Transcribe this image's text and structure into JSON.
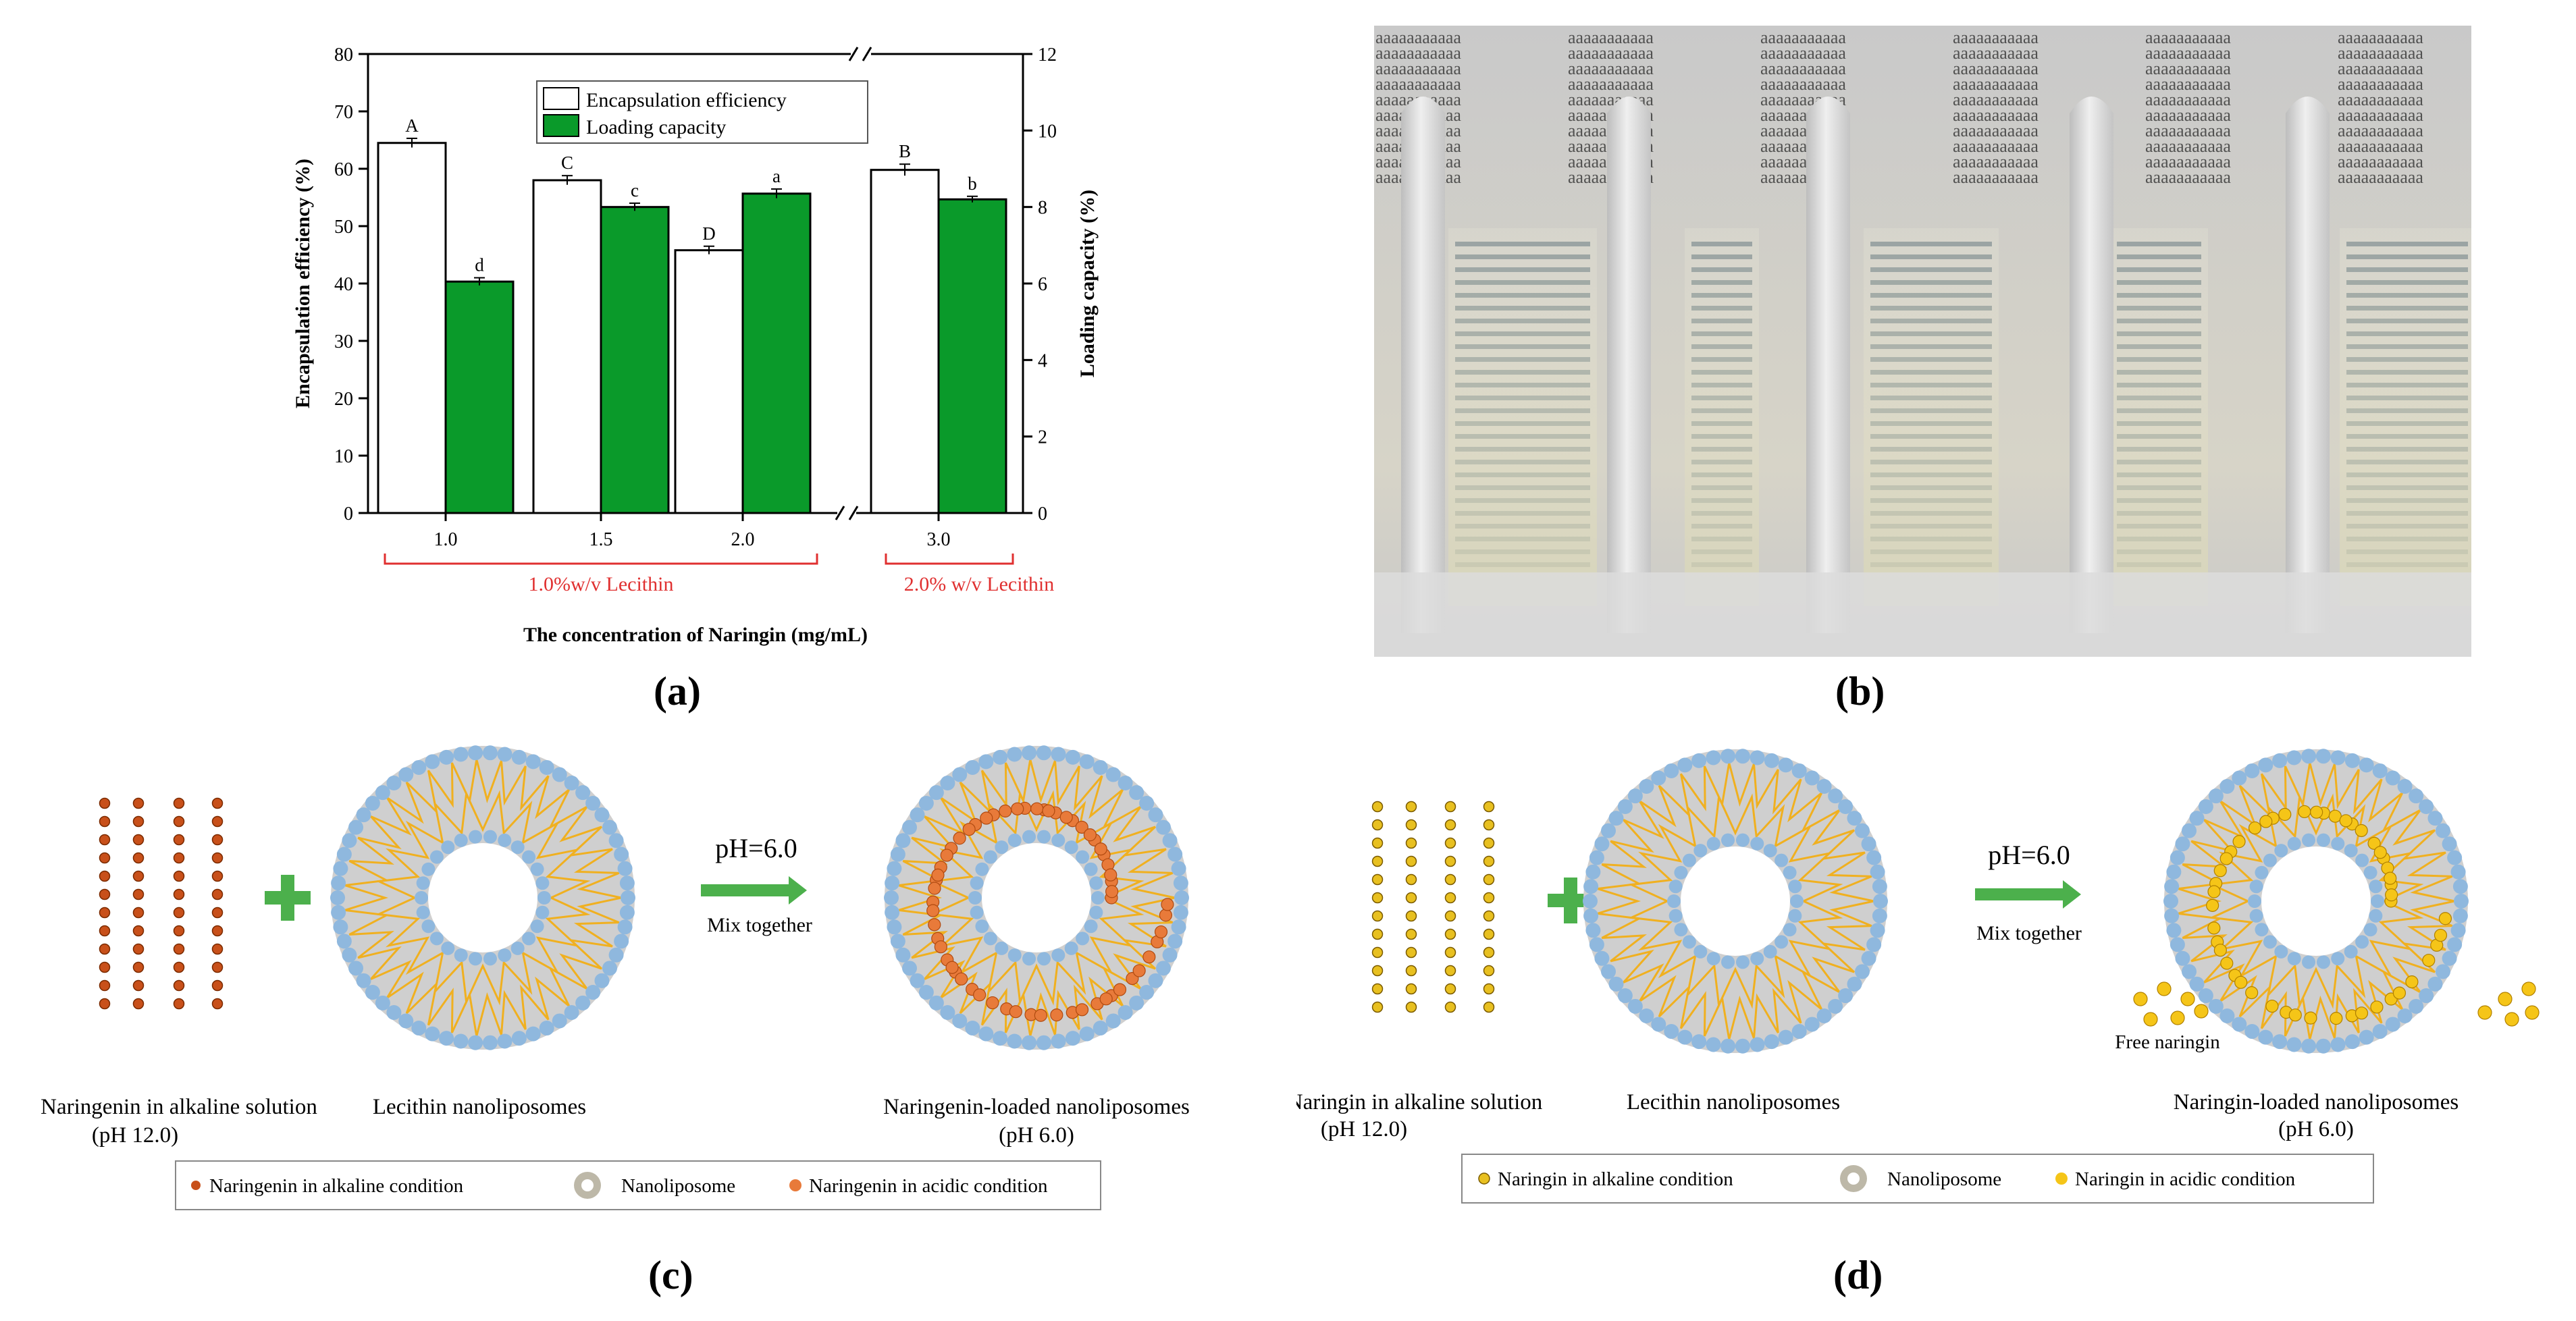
{
  "panels": {
    "a": "(a)",
    "b": "(b)",
    "c": "(c)",
    "d": "(d)"
  },
  "chart_data": {
    "type": "bar",
    "categories": [
      "1.0",
      "1.5",
      "2.0",
      "3.0"
    ],
    "series": [
      {
        "name": "Encapsulation efficiency",
        "axis": "left",
        "values": [
          64.5,
          58.0,
          45.8,
          59.8
        ],
        "errors": [
          0.8,
          0.8,
          0.7,
          1.0
        ],
        "letters": [
          "A",
          "C",
          "D",
          "B"
        ]
      },
      {
        "name": "Loading capacity",
        "axis": "right",
        "values": [
          6.05,
          8.0,
          8.35,
          8.2
        ],
        "errors": [
          0.1,
          0.1,
          0.12,
          0.08
        ],
        "letters": [
          "d",
          "c",
          "a",
          "b"
        ]
      }
    ],
    "ylabel": "Encapsulation efficiency (%)",
    "y2label": "Loading capacity (%)",
    "xlabel": "The concentration of Naringin (mg/mL)",
    "ylim": [
      0,
      80
    ],
    "y2lim": [
      0,
      12
    ],
    "yticks": [
      0,
      10,
      20,
      30,
      40,
      50,
      60,
      70,
      80
    ],
    "y2ticks": [
      0,
      2,
      4,
      6,
      8,
      10,
      12
    ],
    "groups": [
      "1.0%w/v Lecithin",
      "2.0% w/v Lecithin"
    ],
    "colors": {
      "ee_fill": "#ffffff",
      "lc_fill": "#0a9a2a",
      "group_bracket": "#e03030"
    },
    "axis_break": true,
    "legend_position": "top-center"
  },
  "photo": {
    "tube_text": "aaaaaaaaaaa"
  },
  "scheme_c": {
    "pH": "pH=6.0",
    "mix": "Mix together",
    "labels": [
      "Naringenin in alkaline solution",
      "(pH 12.0)",
      "Lecithin nanoliposomes",
      "Naringenin-loaded nanoliposomes",
      "(pH 6.0)"
    ],
    "legend": [
      "Naringenin in alkaline condition",
      "Nanoliposome",
      "Naringenin in acidic condition"
    ],
    "colors": {
      "alkaline": "#c8501a",
      "acidic": "#e87a3a"
    }
  },
  "scheme_d": {
    "pH": "pH=6.0",
    "mix": "Mix together",
    "free": "Free naringin",
    "labels": [
      "Naringin in alkaline solution",
      "(pH 12.0)",
      "Lecithin nanoliposomes",
      "Naringin-loaded nanoliposomes",
      "(pH 6.0)"
    ],
    "legend": [
      "Naringin in alkaline condition",
      "Nanoliposome",
      "Naringin in acidic condition"
    ],
    "colors": {
      "alkaline": "#e8c020",
      "acidic": "#f5c518"
    }
  }
}
